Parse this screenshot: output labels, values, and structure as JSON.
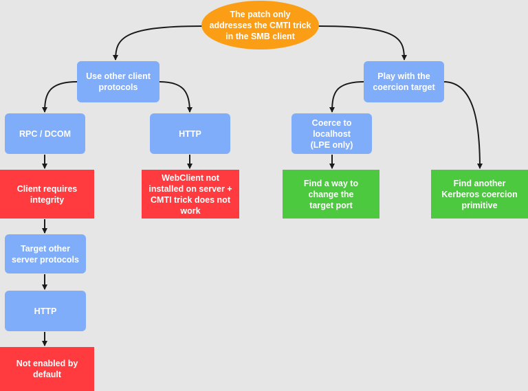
{
  "nodes": {
    "root": "The patch only\naddresses the CMTI trick\nin the SMB client",
    "use_other_client": "Use other client\nprotocols",
    "play_coercion": "Play with the\ncoercion target",
    "rpc_dcom": "RPC / DCOM",
    "http_client": "HTTP",
    "coerce_localhost": "Coerce to\nlocalhost\n(LPE only)",
    "client_integrity": "Client requires\nintegrity",
    "webclient": "WebClient not\ninstalled on server +\nCMTI trick does not\nwork",
    "change_port": "Find a way to\nchange the\ntarget port",
    "kerberos": "Find another\nKerberos coercion\nprimitive",
    "target_server": "Target other\nserver protocols",
    "http_server": "HTTP",
    "not_enabled": "Not enabled by\ndefault"
  },
  "colors": {
    "background": "#e6e6e6",
    "root": "#fb9e16",
    "option": "#7fadf9",
    "blocker": "#ff3b3f",
    "path_forward": "#4cc93f",
    "connector": "#1a1a1a"
  }
}
